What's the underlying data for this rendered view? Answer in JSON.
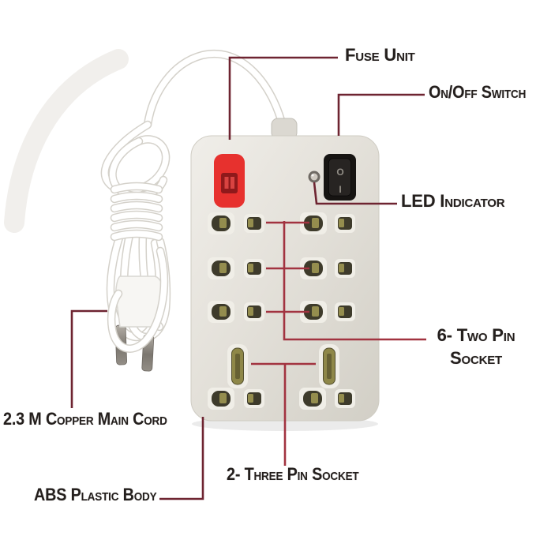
{
  "figure": {
    "kind": "annotated product image",
    "subject": "extension board power strip with coiled cord and two-pin plug"
  },
  "labels": {
    "fuse": "Fuse Unit",
    "on_off": "On/Off Switch",
    "led": "LED Indicator",
    "two_pin_line1": "6- Two Pin",
    "two_pin_line2": "Socket",
    "three_pin": "2- Three Pin Socket",
    "main_cord": "2.3 M Copper Main Cord",
    "abs_body": "ABS Plastic Body"
  },
  "switch_markings": {
    "off": "O",
    "on": "I"
  },
  "counts": {
    "two_pin_sockets": 6,
    "three_pin_sockets": 2
  },
  "colors": {
    "background": "#ffffff",
    "strip_body": "#e4e1da",
    "fuse_red": "#e7312e",
    "fuse_slot_dark_red": "#8f191b",
    "switch_black": "#161412",
    "switch_marking_gray": "#918d86",
    "socket_hole_dark": "#3e3b2b",
    "socket_brass": "#948d4e",
    "cord_white": "#ffffff",
    "callout_dark_maroon": "#6e2431",
    "callout_red": "#a23340",
    "label_text": "#241f1d"
  }
}
